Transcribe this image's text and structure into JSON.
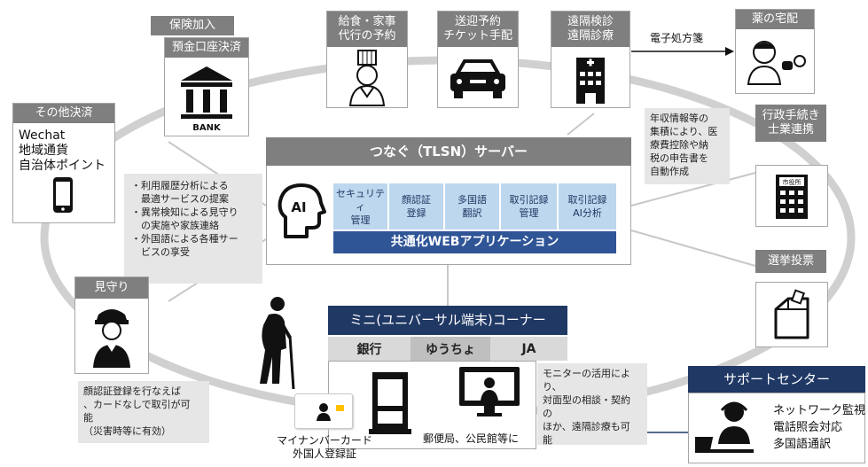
{
  "insurance": {
    "tab": "保険加入",
    "title": "預金口座決済",
    "bank_label": "BANK"
  },
  "meal": {
    "title": "給食・家事\n代行の予約"
  },
  "pickup": {
    "title": "送迎予約\nチケット手配"
  },
  "remote": {
    "title": "遠隔検診\n遠隔診療"
  },
  "prescription_label": "電子処方箋",
  "delivery": {
    "title": "薬の宅配"
  },
  "other_pay": {
    "title": "その他決済",
    "items": [
      "Wechat",
      "地域通貨",
      "自治体ポイント"
    ]
  },
  "admin": {
    "title": "行政手続き\n士業連携",
    "building_label": "市役所"
  },
  "tax_note": "年収情報等の\n集積により、医\n療費控除や納\n税の申告書を\n自動作成",
  "server": {
    "title": "つなぐ（TLSN）サーバー",
    "ai_label": "AI",
    "services": [
      "セキュリティ\n管理",
      "顔認証\n登録",
      "多国語\n翻訳",
      "取引記録\n管理",
      "取引記録\nAI分析"
    ],
    "platform": "共通化WEBアプリケーション"
  },
  "features_note": [
    "・利用履歴分析による",
    "　最適サービスの提案",
    "・異常検知による見守り",
    "　の実施や家族連絡",
    "・外国語による各種サー",
    "　ビスの享受"
  ],
  "election": {
    "title": "選挙投票"
  },
  "watch": {
    "title": "見守り"
  },
  "face_note": "顔認証登録を行なえば\n、カードなしで取引が可\n能\n（災害時等に有効）",
  "corner": {
    "title": "ミニ(ユニバーサル端末)コーナー",
    "tabs": [
      "銀行",
      "ゆうちょ",
      "JA"
    ],
    "location": "郵便局、公民館等に",
    "monitor_note": "モニターの活用により、\n対面型の相談・契約\nの\nほか、遠隔診療も可\n能"
  },
  "card_label": "マイナンバーカード\n外国人登録証",
  "support": {
    "title": "サポートセンター",
    "items": [
      "ネットワーク監視",
      "電話照会対応",
      "多国語通訳"
    ]
  },
  "colors": {
    "gray_header": "#7f7f7f",
    "navy": "#1f3864",
    "light_blue": "#bdd7ee",
    "ring": "#d4d4d4",
    "note_bg": "#e6e6e6"
  }
}
